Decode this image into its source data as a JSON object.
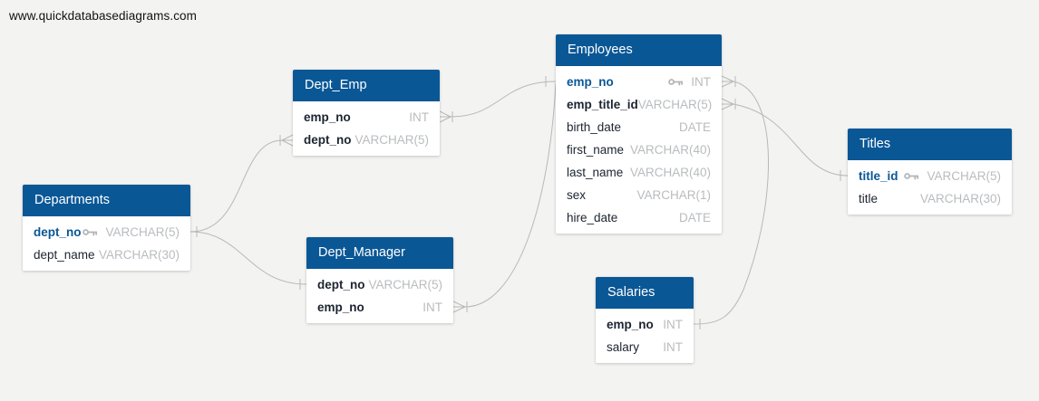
{
  "page": {
    "watermark": "www.quickdatabasediagrams.com"
  },
  "colors": {
    "background": "#f3f3f1",
    "table_header_bg": "#0a5796",
    "table_header_text": "#ffffff",
    "primary_key_text": "#0a5796",
    "field_name_text": "#1c2430",
    "field_type_text": "#b9bcbf",
    "relationship_line": "#b8b8b8",
    "key_icon": "#b2b5b8"
  },
  "tables": [
    {
      "name": "Departments",
      "fields": [
        {
          "name": "dept_no",
          "type": "VARCHAR(5)",
          "pk": true,
          "bold": true
        },
        {
          "name": "dept_name",
          "type": "VARCHAR(30)",
          "pk": false,
          "bold": false
        }
      ]
    },
    {
      "name": "Dept_Emp",
      "fields": [
        {
          "name": "emp_no",
          "type": "INT",
          "pk": false,
          "bold": true
        },
        {
          "name": "dept_no",
          "type": "VARCHAR(5)",
          "pk": false,
          "bold": true
        }
      ]
    },
    {
      "name": "Dept_Manager",
      "fields": [
        {
          "name": "dept_no",
          "type": "VARCHAR(5)",
          "pk": false,
          "bold": true
        },
        {
          "name": "emp_no",
          "type": "INT",
          "pk": false,
          "bold": true
        }
      ]
    },
    {
      "name": "Employees",
      "fields": [
        {
          "name": "emp_no",
          "type": "INT",
          "pk": true,
          "bold": true
        },
        {
          "name": "emp_title_id",
          "type": "VARCHAR(5)",
          "pk": false,
          "bold": true
        },
        {
          "name": "birth_date",
          "type": "DATE",
          "pk": false,
          "bold": false
        },
        {
          "name": "first_name",
          "type": "VARCHAR(40)",
          "pk": false,
          "bold": false
        },
        {
          "name": "last_name",
          "type": "VARCHAR(40)",
          "pk": false,
          "bold": false
        },
        {
          "name": "sex",
          "type": "VARCHAR(1)",
          "pk": false,
          "bold": false
        },
        {
          "name": "hire_date",
          "type": "DATE",
          "pk": false,
          "bold": false
        }
      ]
    },
    {
      "name": "Salaries",
      "fields": [
        {
          "name": "emp_no",
          "type": "INT",
          "pk": false,
          "bold": true
        },
        {
          "name": "salary",
          "type": "INT",
          "pk": false,
          "bold": false
        }
      ]
    },
    {
      "name": "Titles",
      "fields": [
        {
          "name": "title_id",
          "type": "VARCHAR(5)",
          "pk": true,
          "bold": true
        },
        {
          "name": "title",
          "type": "VARCHAR(30)",
          "pk": false,
          "bold": false
        }
      ]
    }
  ],
  "relationships": [
    {
      "from": "Departments.dept_no",
      "to": "Dept_Emp.dept_no",
      "crow_foot_end": "Dept_Emp.dept_no"
    },
    {
      "from": "Departments.dept_no",
      "to": "Dept_Manager.dept_no",
      "crow_foot_end": "none"
    },
    {
      "from": "Dept_Emp.emp_no",
      "to": "Employees.emp_no",
      "crow_foot_end": "Dept_Emp.emp_no"
    },
    {
      "from": "Dept_Manager.emp_no",
      "to": "Employees.emp_no",
      "crow_foot_end": "Dept_Manager.emp_no"
    },
    {
      "from": "Employees.emp_no",
      "to": "Salaries.emp_no",
      "crow_foot_end": "Employees.emp_no"
    },
    {
      "from": "Employees.emp_title_id",
      "to": "Titles.title_id",
      "crow_foot_end": "Employees.emp_title_id"
    }
  ]
}
